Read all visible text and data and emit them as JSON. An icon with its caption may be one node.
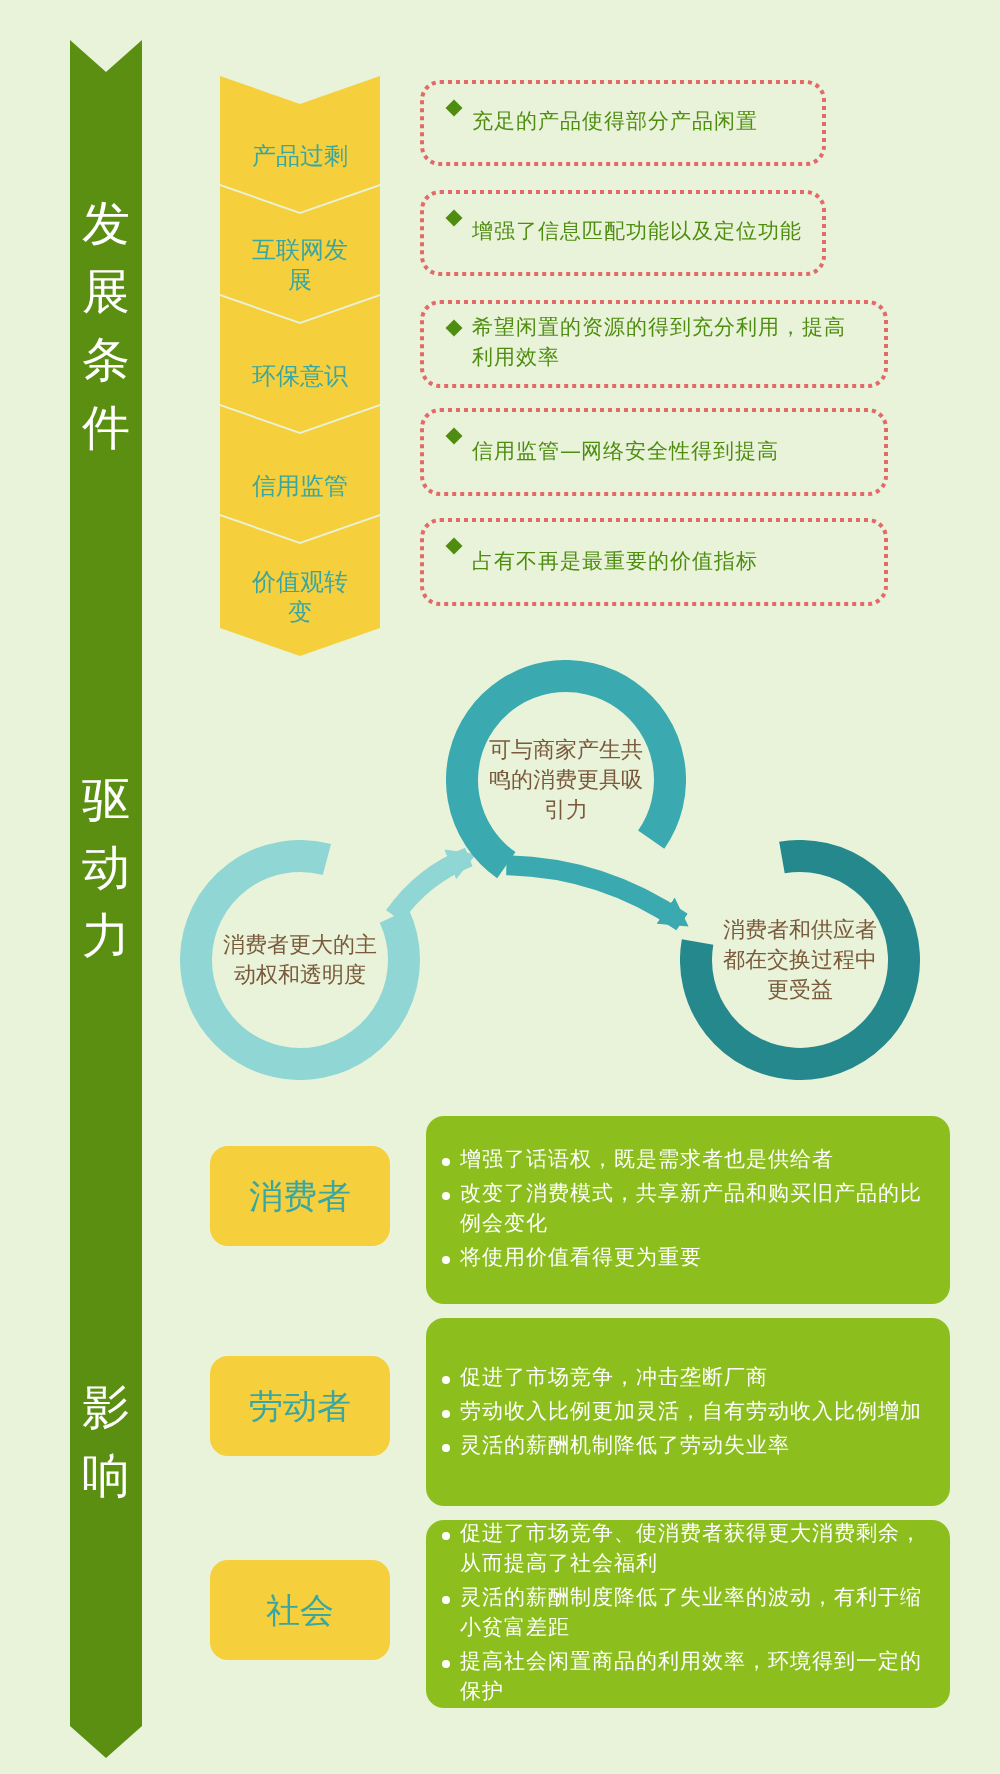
{
  "diagram": {
    "nodes": [
      {
        "text": [
          "发展条件"
        ]
      },
      {
        "text": [
          "产品过剩"
        ]
      },
      {
        "text": [
          "互联网发展"
        ]
      },
      {
        "text": [
          "环保意识"
        ]
      },
      {
        "text": [
          "信用监管"
        ]
      },
      {
        "text": [
          "价值观转变"
        ]
      },
      {
        "text": [
          "充足的产品使得部分产品闲置"
        ]
      },
      {
        "text": [
          "增强了信息匹配功能以及定位功能"
        ]
      },
      {
        "text": [
          "希望闲置的资源的得到充分利用，提高利用效率"
        ]
      },
      {
        "text": [
          "信用监管—网络安全性得到提高"
        ]
      },
      {
        "text": [
          "占有不再是最重要的价值指标"
        ]
      },
      {
        "text": [
          "驱动力"
        ]
      },
      {
        "text": [
          "可与商家产生共鸣的消费更具吸引力"
        ]
      },
      {
        "text": [
          "消费者更大的主动权和透明度"
        ]
      },
      {
        "text": [
          "消费者和供应者都在交换过程中更受益"
        ]
      },
      {
        "text": [
          "影响"
        ]
      },
      {
        "text": [
          "消费者"
        ]
      },
      {
        "text": [
          "增强了话语权，既是需求者也是供给者",
          "改变了消费模式，共享新产品和购买旧产品的比例会变化",
          "将使用价值看得更为重要"
        ]
      },
      {
        "text": [
          "劳动者"
        ]
      },
      {
        "text": [
          "促进了市场竞争，冲击垄断厂商",
          "劳动收入比例更加灵活，自有劳动收入比例增加",
          "灵活的薪酬机制降低了劳动失业率"
        ]
      },
      {
        "text": [
          "社会"
        ]
      },
      {
        "text": [
          "促进了市场竞争、使消费者获得更大消费剩余，从而提高了社会福利",
          "灵活的薪酬制度降低了失业率的波动，有利于缩小贫富差距",
          "提高社会闲置商品的利用效率，环境得到一定的保护"
        ]
      }
    ],
    "edges": [
      {
        "from": 13,
        "to": 12,
        "arrow": "to",
        "color": "#8fd6d4"
      },
      {
        "from": 12,
        "to": 14,
        "arrow": "to",
        "color": "#3aa9b0"
      }
    ]
  }
}
